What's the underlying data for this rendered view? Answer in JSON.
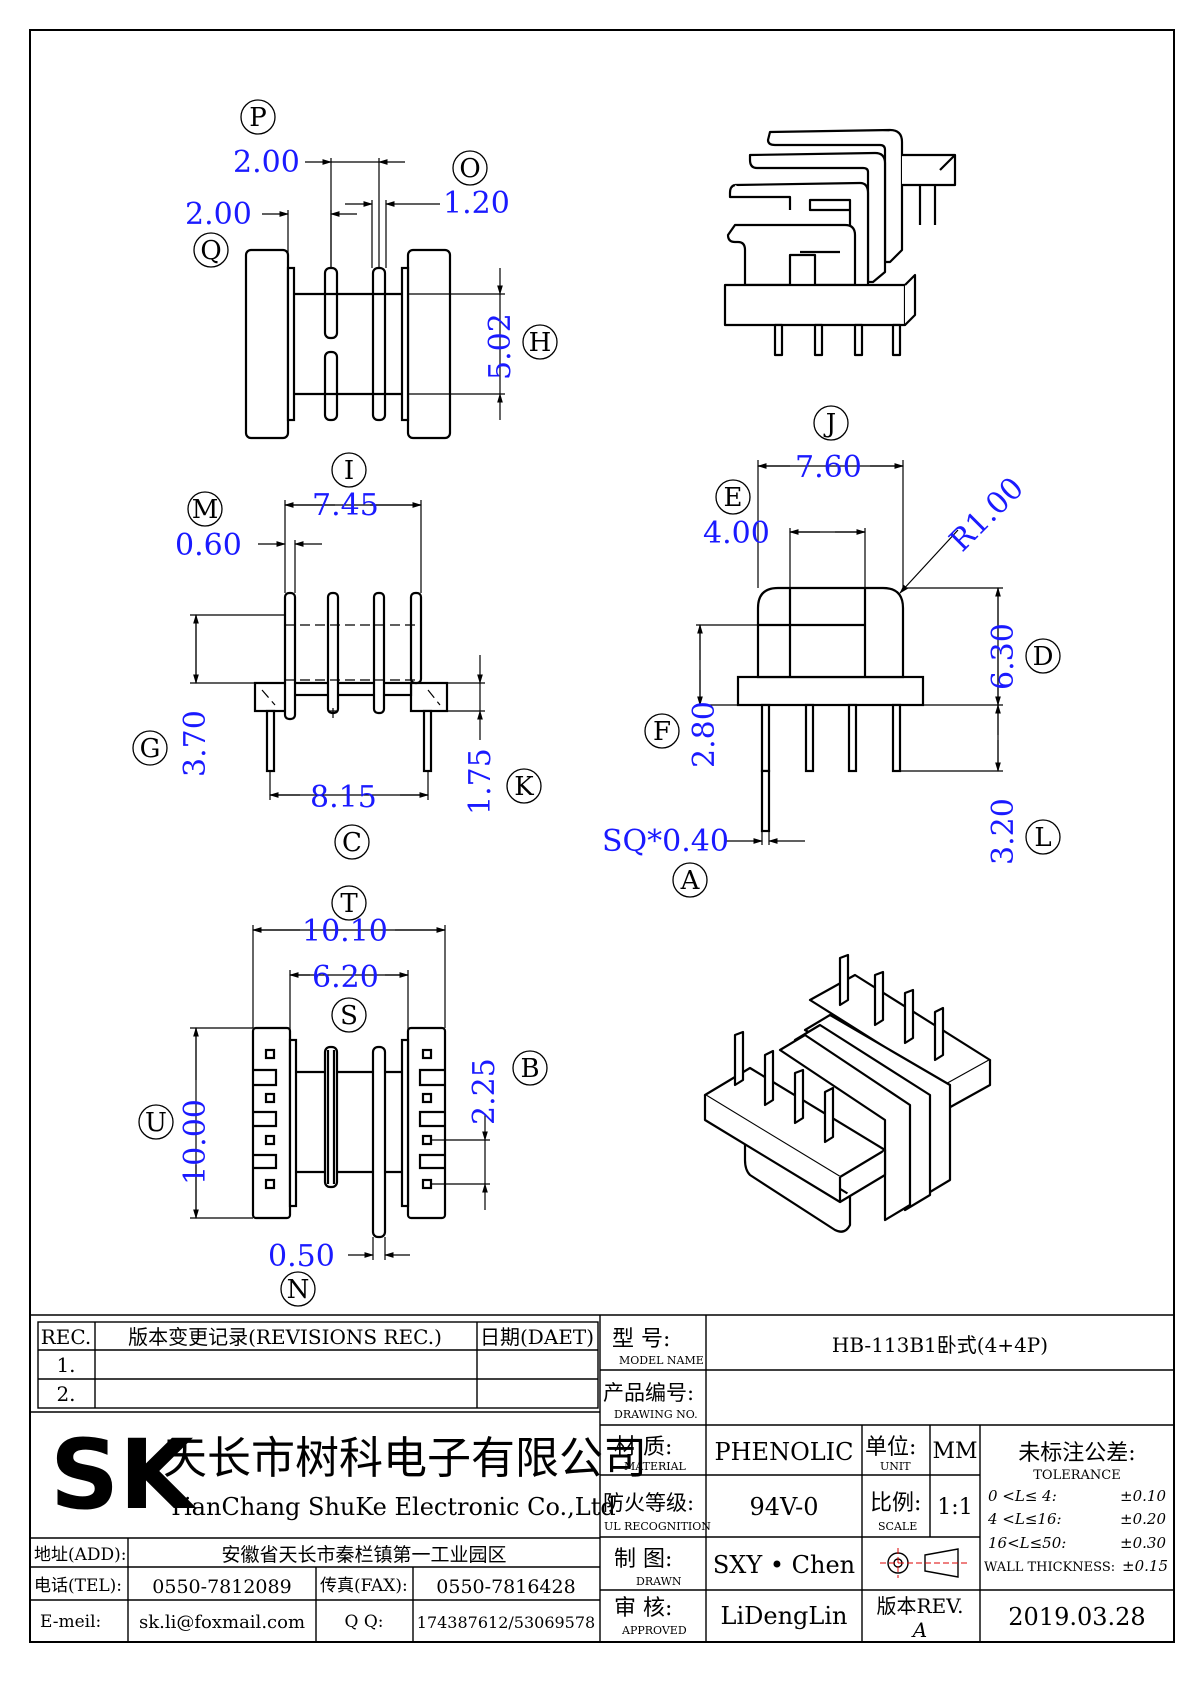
{
  "dimensions": {
    "P_val": "2.00",
    "Q_val": "2.00",
    "O_val": "1.20",
    "H_val": "5.02",
    "I_val": "7.45",
    "M_val": "0.60",
    "G_val": "3.70",
    "K_val": "1.75",
    "C_val": "8.15",
    "J_val": "7.60",
    "E_val": "4.00",
    "R_val": "R1.00",
    "D_val": "6.30",
    "F_val": "2.80",
    "L_val": "3.20",
    "A_val": "SQ*0.40",
    "T_val": "10.10",
    "S_val": "6.20",
    "B_val": "2.25",
    "U_val": "10.00",
    "N_val": "0.50"
  },
  "letters": {
    "P": "P",
    "Q": "Q",
    "O": "O",
    "H": "H",
    "I": "I",
    "M": "M",
    "G": "G",
    "K": "K",
    "C": "C",
    "J": "J",
    "E": "E",
    "D": "D",
    "F": "F",
    "L": "L",
    "A": "A",
    "T": "T",
    "S": "S",
    "B": "B",
    "U": "U",
    "N": "N"
  },
  "title_block": {
    "rev_header": "REC.",
    "rev_title": "版本变更记录(REVISIONS REC.)",
    "date_header": "日期(DAET)",
    "rev1": "1.",
    "rev2": "2.",
    "company_cn": "天长市树科电子有限公司",
    "company_en": "TianChang ShuKe Electronic Co.,Ltd",
    "logo": "SK",
    "addr_label": "地址(ADD):",
    "addr": "安徽省天长市秦栏镇第一工业园区",
    "tel_label": "电话(TEL):",
    "tel": "0550-7812089",
    "fax_label": "传真(FAX):",
    "fax": "0550-7816428",
    "email_label": "E-meil:",
    "email": "sk.li@foxmail.com",
    "qq_label": "Q Q:",
    "qq": "174387612/53069578",
    "model_cn": "型  号:",
    "model_en": "MODEL NAME",
    "model": "HB-113B1卧式(4+4P)",
    "drawing_cn": "产品编号:",
    "drawing_en": "DRAWING NO.",
    "drawing": "",
    "material_cn": "材  质:",
    "material_en": "MATERIAL",
    "material": "PHENOLIC",
    "unit_cn": "单位:",
    "unit_en": "UNIT",
    "unit": "MM",
    "ul_cn": "防火等级:",
    "ul_en": "UL RECOGNITION",
    "ul": "94V-0",
    "scale_cn": "比例:",
    "scale_en": "SCALE",
    "scale": "1:1",
    "drawn_cn": "制  图:",
    "drawn_en": "DRAWN",
    "drawn": "SXY • Chen",
    "approved_cn": "审  核:",
    "approved_en": "APPROVED",
    "approved": "LiDengLin",
    "rev_cn": "版本REV.",
    "rev": "A",
    "date": "2019.03.28",
    "tol_cn": "未标注公差:",
    "tol_en": "TOLERANCE",
    "tol1_range": "0 <L≤ 4:",
    "tol1_val": "±0.10",
    "tol2_range": "4 <L≤16:",
    "tol2_val": "±0.20",
    "tol3_range": "16<L≤50:",
    "tol3_val": "±0.30",
    "wall_label": "WALL THICKNESS:",
    "wall_val": "±0.15"
  }
}
